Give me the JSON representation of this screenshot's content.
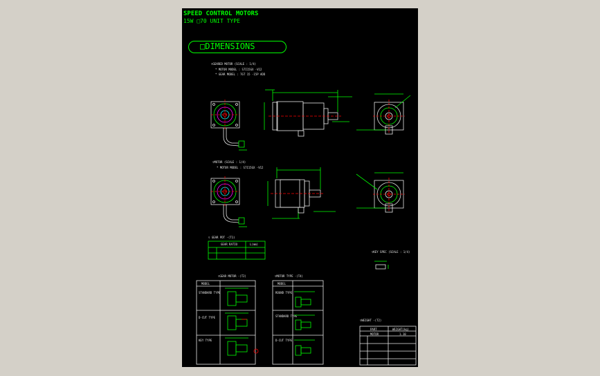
{
  "header": {
    "title_line1": "SPEED CONTROL MOTORS",
    "title_line2": "15W  □70     UNIT TYPE"
  },
  "section": {
    "title": "□DIMENSIONS"
  },
  "geared": {
    "heading": "▽GEARED MOTOR (SCALE : 1/4)",
    "sub1": "* MOTOR MODEL : S7I15GX -V12",
    "sub2": "* GEAR MODEL : 7GT 15 -15P ADD"
  },
  "motor": {
    "heading": "▽MOTOR (SCALE : 1/4)",
    "sub1": "* MOTOR MODEL : S7I15GX -V12"
  },
  "table1": {
    "heading": "▽ GEAR PDT -(T1)",
    "col1": "GEAR RATIO",
    "col2": "L(mm)"
  },
  "keyinfo": {
    "heading": "▽KEY SPEC (SCALE : 1/4)"
  },
  "table2": {
    "heading": "▽GEAR MOTOR -(T2)",
    "col1": "MODEL",
    "r1": "STANDARD TYPE",
    "r2": "D-CUT TYPE",
    "r3": "KEY TYPE"
  },
  "table3": {
    "heading": "▽MOTOR TYPE -(T4)",
    "col1": "MODEL",
    "r1": "ROUND TYPE",
    "r2": "STANDARD TYPE",
    "r3": "D-CUT TYPE"
  },
  "table4": {
    "heading": "▽WEIGHT -(T2)",
    "col1": "PART",
    "col2": "WEIGHT(kg)",
    "r1": "MOTOR",
    "v1": "1.10"
  }
}
